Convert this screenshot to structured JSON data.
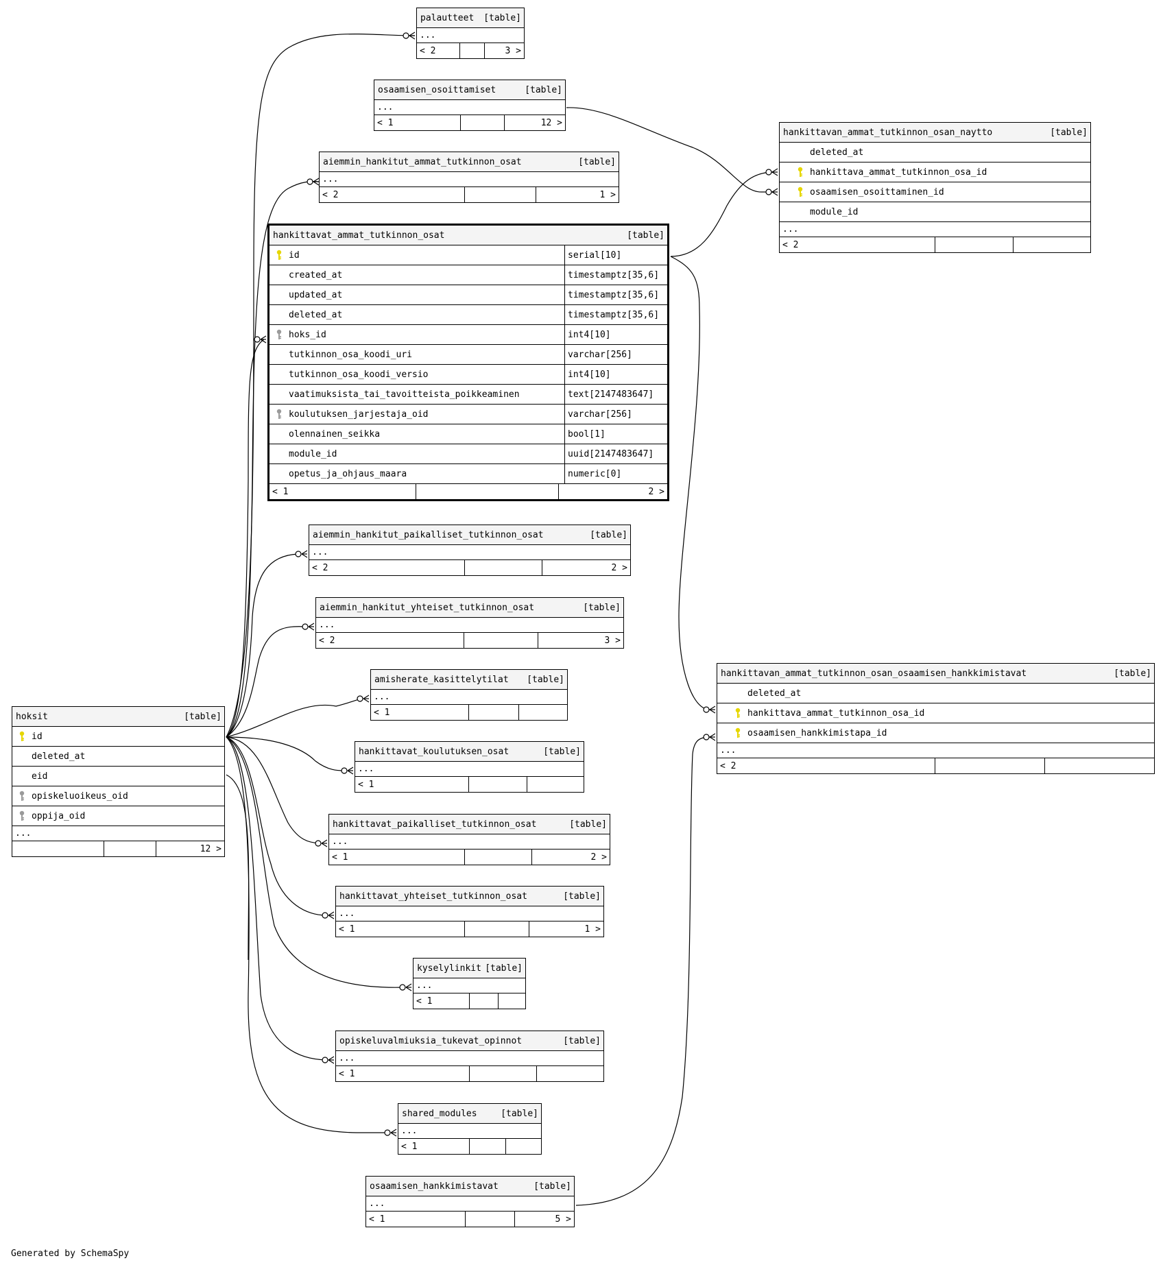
{
  "footer_text": "Generated by SchemaSpy",
  "colors": {
    "primary_key": "#e6d600",
    "foreign_key": "#9a9a9a",
    "header_bg": "#f4f4f4"
  },
  "tables": {
    "palautteet": {
      "name": "palautteet",
      "kind": "[table]",
      "ellipsis": "...",
      "foot": [
        "< 2",
        "",
        "3 >"
      ]
    },
    "osaamisen_osoittamiset": {
      "name": "osaamisen_osoittamiset",
      "kind": "[table]",
      "ellipsis": "...",
      "foot": [
        "< 1",
        "",
        "12 >"
      ]
    },
    "aiemmin_hankitut_ammat_tutkinnon_osat": {
      "name": "aiemmin_hankitut_ammat_tutkinnon_osat",
      "kind": "[table]",
      "ellipsis": "...",
      "foot": [
        "< 2",
        "",
        "1 >"
      ]
    },
    "hankittavat_ammat_tutkinnon_osat": {
      "name": "hankittavat_ammat_tutkinnon_osat",
      "kind": "[table]",
      "columns": [
        {
          "name": "id",
          "type": "serial[10]",
          "key": "pk"
        },
        {
          "name": "created_at",
          "type": "timestamptz[35,6]",
          "key": ""
        },
        {
          "name": "updated_at",
          "type": "timestamptz[35,6]",
          "key": ""
        },
        {
          "name": "deleted_at",
          "type": "timestamptz[35,6]",
          "key": ""
        },
        {
          "name": "hoks_id",
          "type": "int4[10]",
          "key": "fk"
        },
        {
          "name": "tutkinnon_osa_koodi_uri",
          "type": "varchar[256]",
          "key": ""
        },
        {
          "name": "tutkinnon_osa_koodi_versio",
          "type": "int4[10]",
          "key": ""
        },
        {
          "name": "vaatimuksista_tai_tavoitteista_poikkeaminen",
          "type": "text[2147483647]",
          "key": ""
        },
        {
          "name": "koulutuksen_jarjestaja_oid",
          "type": "varchar[256]",
          "key": "fk"
        },
        {
          "name": "olennainen_seikka",
          "type": "bool[1]",
          "key": ""
        },
        {
          "name": "module_id",
          "type": "uuid[2147483647]",
          "key": ""
        },
        {
          "name": "opetus_ja_ohjaus_maara",
          "type": "numeric[0]",
          "key": ""
        }
      ],
      "foot": [
        "< 1",
        "",
        "2 >"
      ]
    },
    "aiemmin_hankitut_paikalliset_tutkinnon_osat": {
      "name": "aiemmin_hankitut_paikalliset_tutkinnon_osat",
      "kind": "[table]",
      "ellipsis": "...",
      "foot": [
        "< 2",
        "",
        "2 >"
      ]
    },
    "aiemmin_hankitut_yhteiset_tutkinnon_osat": {
      "name": "aiemmin_hankitut_yhteiset_tutkinnon_osat",
      "kind": "[table]",
      "ellipsis": "...",
      "foot": [
        "< 2",
        "",
        "3 >"
      ]
    },
    "amisherate_kasittelytilat": {
      "name": "amisherate_kasittelytilat",
      "kind": "[table]",
      "ellipsis": "...",
      "foot": [
        "< 1",
        "",
        ""
      ]
    },
    "hankittavat_koulutuksen_osat": {
      "name": "hankittavat_koulutuksen_osat",
      "kind": "[table]",
      "ellipsis": "...",
      "foot": [
        "< 1",
        "",
        ""
      ]
    },
    "hankittavat_paikalliset_tutkinnon_osat": {
      "name": "hankittavat_paikalliset_tutkinnon_osat",
      "kind": "[table]",
      "ellipsis": "...",
      "foot": [
        "< 1",
        "",
        "2 >"
      ]
    },
    "hankittavat_yhteiset_tutkinnon_osat": {
      "name": "hankittavat_yhteiset_tutkinnon_osat",
      "kind": "[table]",
      "ellipsis": "...",
      "foot": [
        "< 1",
        "",
        "1 >"
      ]
    },
    "kyselylinkit": {
      "name": "kyselylinkit",
      "kind": "[table]",
      "ellipsis": "...",
      "foot": [
        "< 1",
        "",
        ""
      ]
    },
    "opiskeluvalmiuksia_tukevat_opinnot": {
      "name": "opiskeluvalmiuksia_tukevat_opinnot",
      "kind": "[table]",
      "ellipsis": "...",
      "foot": [
        "< 1",
        "",
        ""
      ]
    },
    "shared_modules": {
      "name": "shared_modules",
      "kind": "[table]",
      "ellipsis": "...",
      "foot": [
        "< 1",
        "",
        ""
      ]
    },
    "osaamisen_hankkimistavat": {
      "name": "osaamisen_hankkimistavat",
      "kind": "[table]",
      "ellipsis": "...",
      "foot": [
        "< 1",
        "",
        "5 >"
      ]
    },
    "hoksit": {
      "name": "hoksit",
      "kind": "[table]",
      "columns": [
        {
          "name": "id",
          "key": "pk"
        },
        {
          "name": "deleted_at",
          "key": ""
        },
        {
          "name": "eid",
          "key": ""
        },
        {
          "name": "opiskeluoikeus_oid",
          "key": "fk"
        },
        {
          "name": "oppija_oid",
          "key": "fk"
        }
      ],
      "ellipsis": "...",
      "foot": [
        "",
        "",
        "12 >"
      ]
    },
    "naytto": {
      "name": "hankittavan_ammat_tutkinnon_osan_naytto",
      "kind": "[table]",
      "columns": [
        {
          "name": "deleted_at",
          "key": ""
        },
        {
          "name": "hankittava_ammat_tutkinnon_osa_id",
          "key": "pk"
        },
        {
          "name": "osaamisen_osoittaminen_id",
          "key": "pk"
        },
        {
          "name": "module_id",
          "key": ""
        }
      ],
      "ellipsis": "...",
      "foot": [
        "< 2",
        "",
        ""
      ]
    },
    "hankkimistavat_link": {
      "name": "hankittavan_ammat_tutkinnon_osan_osaamisen_hankkimistavat",
      "kind": "[table]",
      "columns": [
        {
          "name": "deleted_at",
          "key": ""
        },
        {
          "name": "hankittava_ammat_tutkinnon_osa_id",
          "key": "pk"
        },
        {
          "name": "osaamisen_hankkimistapa_id",
          "key": "pk"
        }
      ],
      "ellipsis": "...",
      "foot": [
        "< 2",
        "",
        ""
      ]
    }
  }
}
